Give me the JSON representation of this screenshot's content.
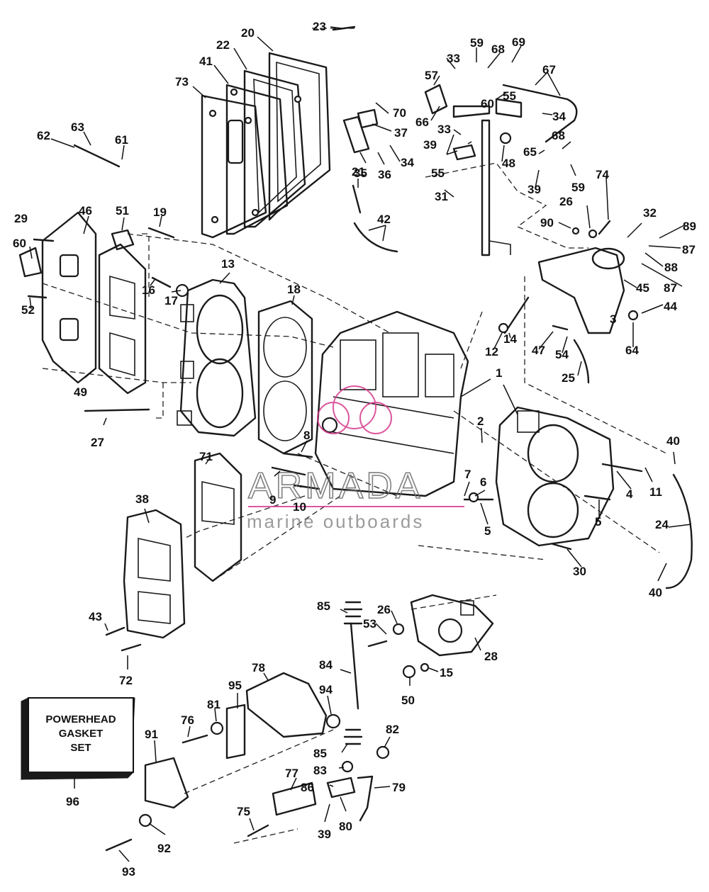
{
  "watermark": {
    "brand": "ARMADA",
    "tagline": "marine outboards",
    "accent_color": "#d63a8c"
  },
  "gasket_set_box": {
    "line1": "POWERHEAD",
    "line2": "GASKET",
    "line3": "SET"
  },
  "callouts": [
    "1",
    "2",
    "3",
    "4",
    "5",
    "5",
    "5",
    "6",
    "7",
    "8",
    "9",
    "10",
    "11",
    "12",
    "13",
    "14",
    "15",
    "16",
    "17",
    "18",
    "19",
    "20",
    "21",
    "22",
    "23",
    "24",
    "25",
    "26",
    "26",
    "27",
    "28",
    "29",
    "30",
    "31",
    "32",
    "33",
    "33",
    "34",
    "34",
    "35",
    "36",
    "37",
    "38",
    "39",
    "39",
    "39",
    "40",
    "40",
    "41",
    "42",
    "43",
    "44",
    "45",
    "46",
    "47",
    "48",
    "49",
    "50",
    "51",
    "52",
    "53",
    "54",
    "55",
    "55",
    "57",
    "59",
    "59",
    "60",
    "61",
    "62",
    "63",
    "64",
    "65",
    "66",
    "67",
    "68",
    "68",
    "69",
    "70",
    "71",
    "72",
    "73",
    "74",
    "75",
    "76",
    "77",
    "78",
    "79",
    "80",
    "81",
    "82",
    "83",
    "84",
    "85",
    "85",
    "86",
    "87",
    "87",
    "88",
    "89",
    "90",
    "91",
    "92",
    "93",
    "94",
    "95",
    "96"
  ]
}
